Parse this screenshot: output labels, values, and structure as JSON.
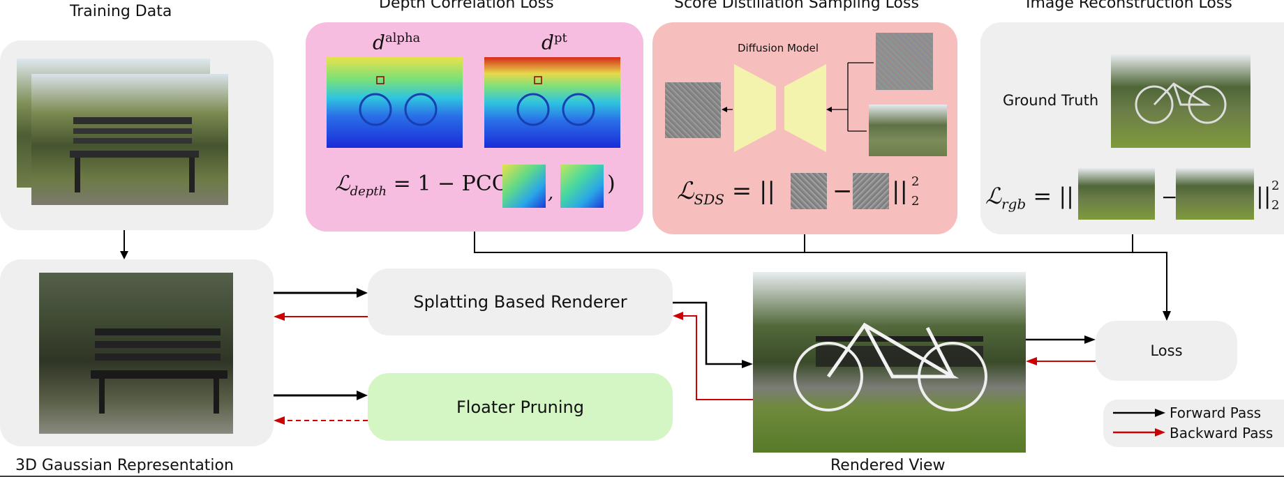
{
  "titles": {
    "training": "Training Data",
    "depth_loss": "Depth Correlation Loss",
    "sds_loss": "Score Distillation Sampling Loss",
    "recon_loss": "Image Reconstruction Loss",
    "gaussian": "3D Gaussian Representation",
    "rendered": "Rendered View"
  },
  "depth": {
    "label_alpha": "d",
    "sup_alpha": "alpha",
    "label_pt": "d",
    "sup_pt": "pt",
    "formula_lhs": "ℒ",
    "formula_sub": "depth",
    "formula_mid": " = 1 − PCC(",
    "formula_comma": ",",
    "formula_end": ")"
  },
  "sds": {
    "model_label": "Diffusion Model",
    "formula_lhs": "ℒ",
    "formula_sub": "SDS",
    "formula_eq": " = ||",
    "formula_minus": "−",
    "formula_end": "||",
    "formula_sup": "2",
    "formula_low": "2"
  },
  "recon": {
    "gt_label": "Ground Truth",
    "formula_lhs": "ℒ",
    "formula_sub": "rgb",
    "formula_eq": " = ||",
    "formula_minus": "−",
    "formula_end": "||",
    "formula_sup": "2",
    "formula_low": "2"
  },
  "blocks": {
    "renderer": "Splatting Based Renderer",
    "pruning": "Floater Pruning",
    "loss": "Loss"
  },
  "legend": {
    "forward": "Forward Pass",
    "backward": "Backward Pass"
  },
  "colors": {
    "forward": "#000000",
    "backward": "#cc0000",
    "pink_panel": "#f6bde0",
    "sds_panel": "#f6bfbd",
    "gray_panel": "#efefef",
    "green_block": "#d4f5c4",
    "diffusion": "#f3f3ad"
  }
}
